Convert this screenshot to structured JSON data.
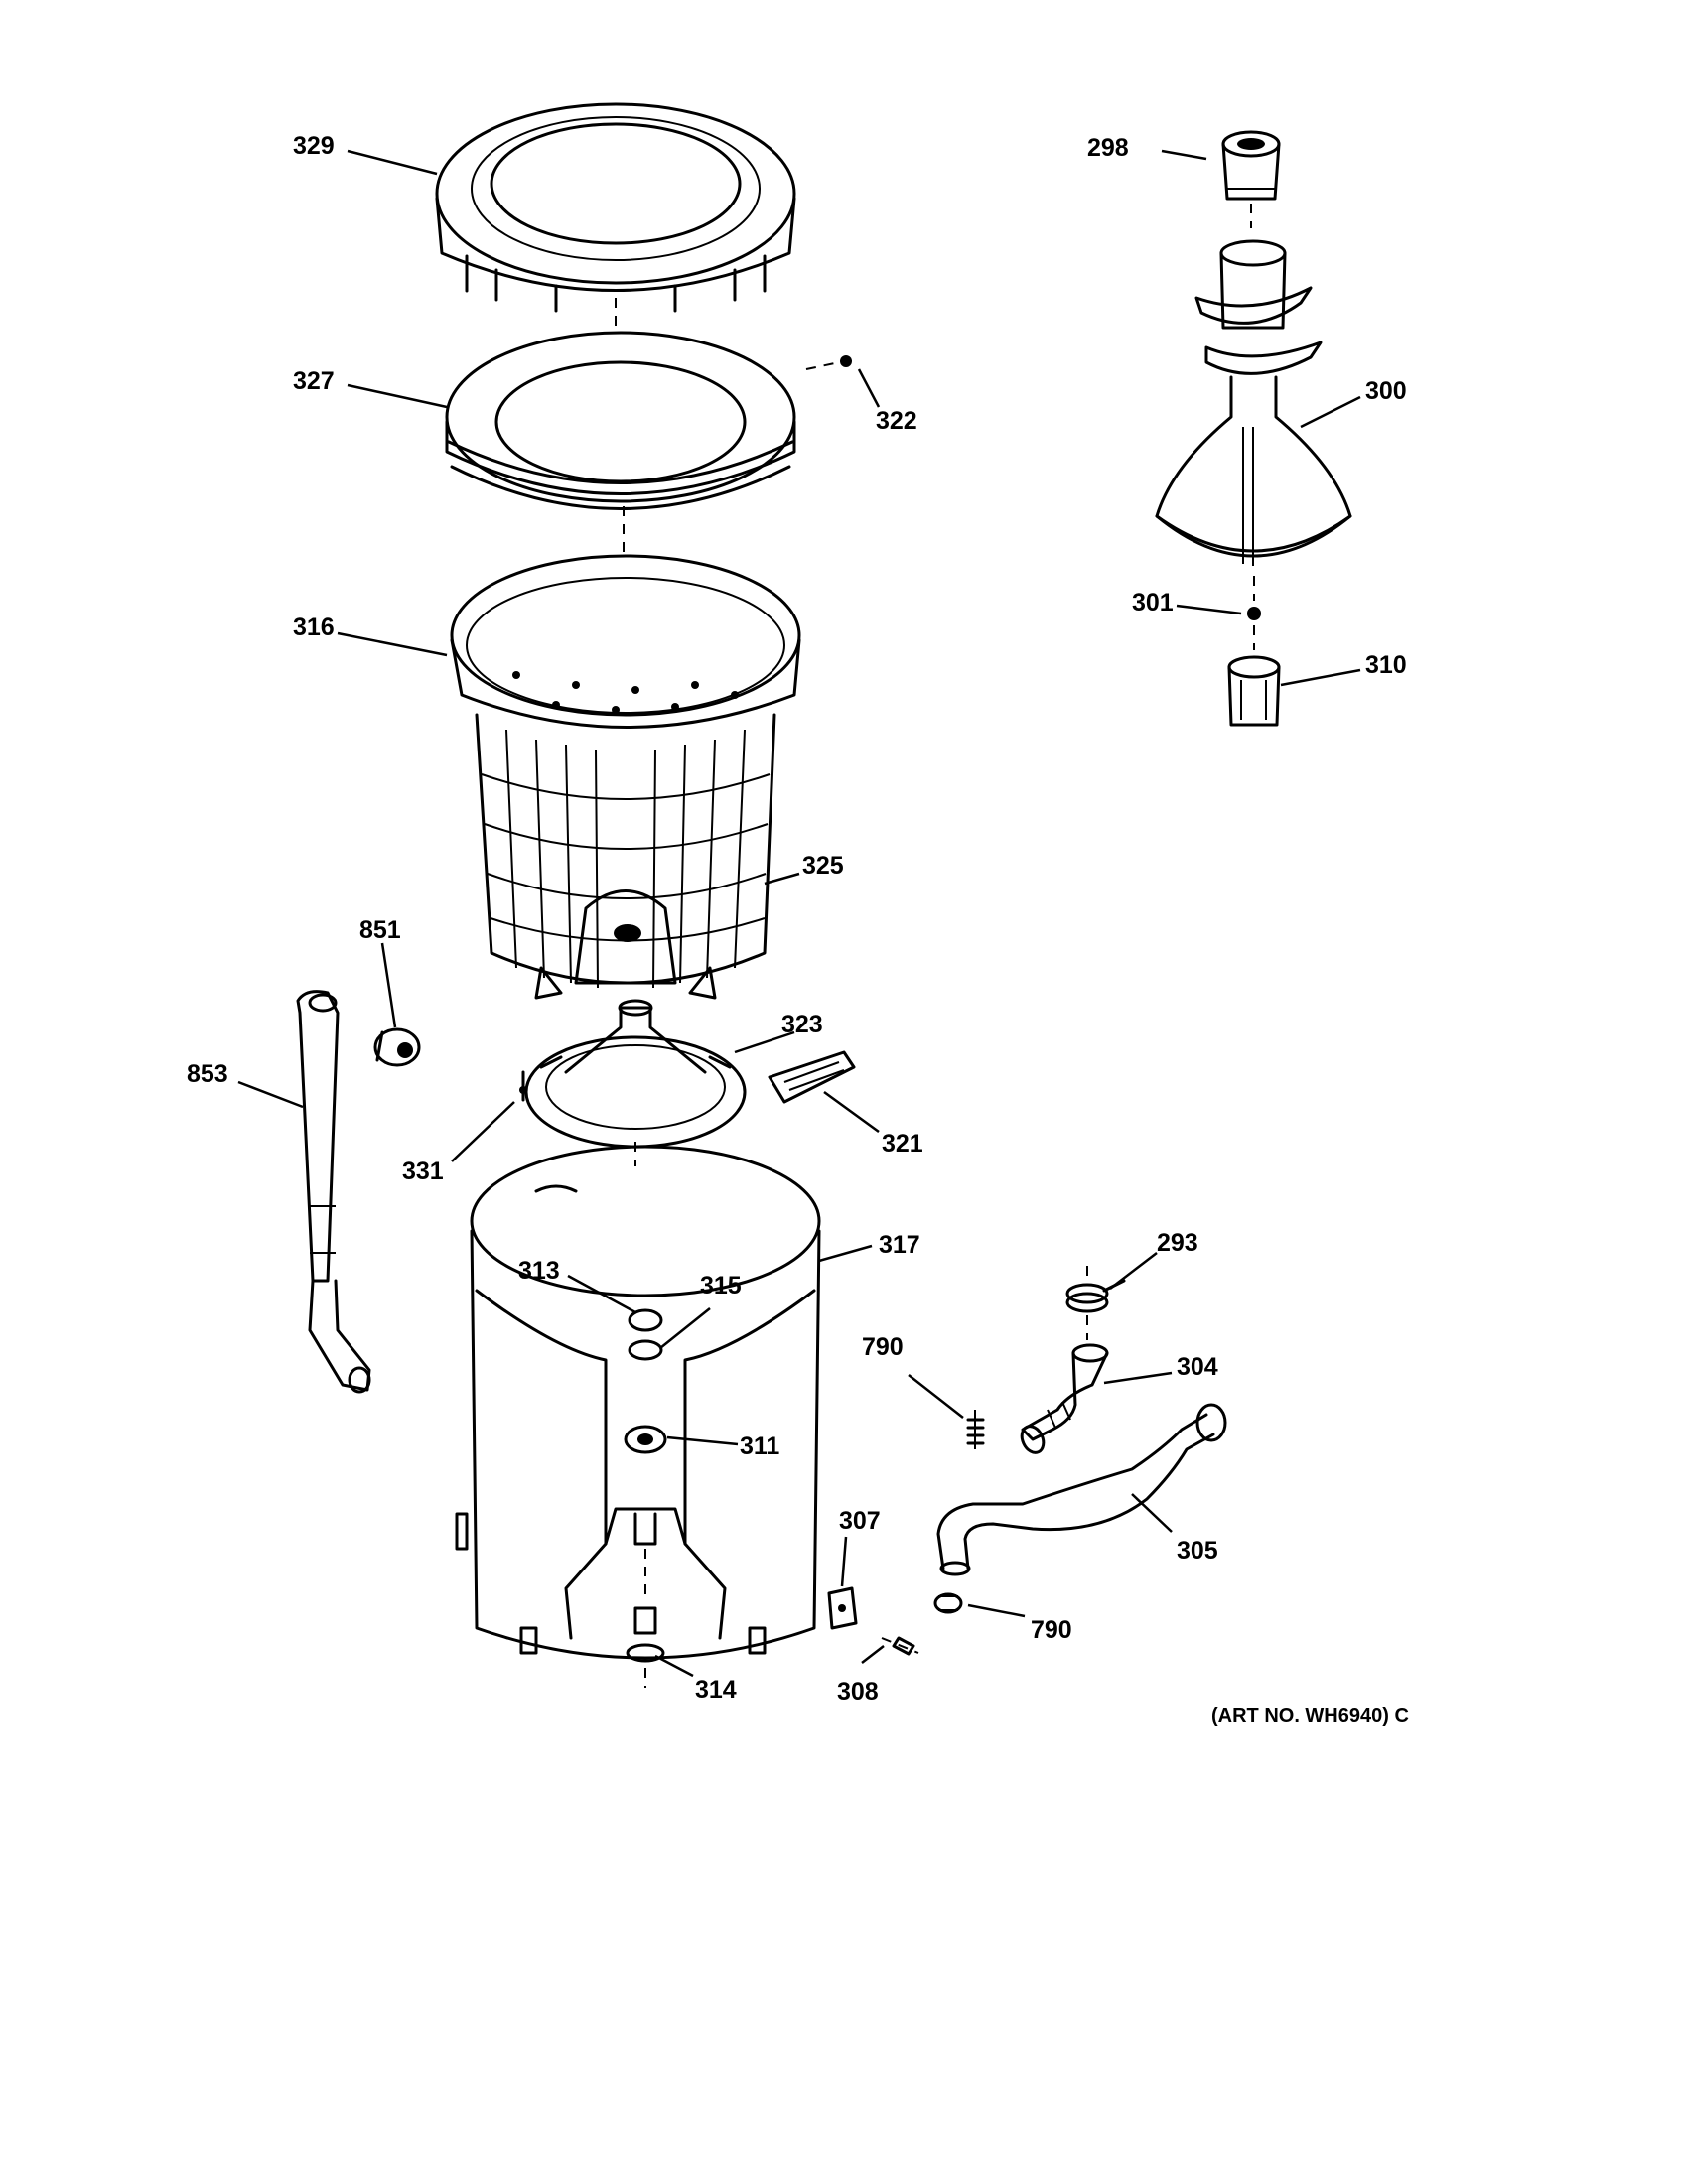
{
  "labels": {
    "p329": "329",
    "p327": "327",
    "p316": "316",
    "p325": "325",
    "p298": "298",
    "p300": "300",
    "p322": "322",
    "p301": "301",
    "p310": "310",
    "p851": "851",
    "p853": "853",
    "p323": "323",
    "p321": "321",
    "p331": "331",
    "p313": "313",
    "p315": "315",
    "p317": "317",
    "p311": "311",
    "p314": "314",
    "p293": "293",
    "p304": "304",
    "p790a": "790",
    "p790b": "790",
    "p305": "305",
    "p307": "307",
    "p308": "308"
  },
  "art_number": "(ART NO. WH6940) C",
  "colors": {
    "line": "#000000",
    "background": "#ffffff"
  }
}
